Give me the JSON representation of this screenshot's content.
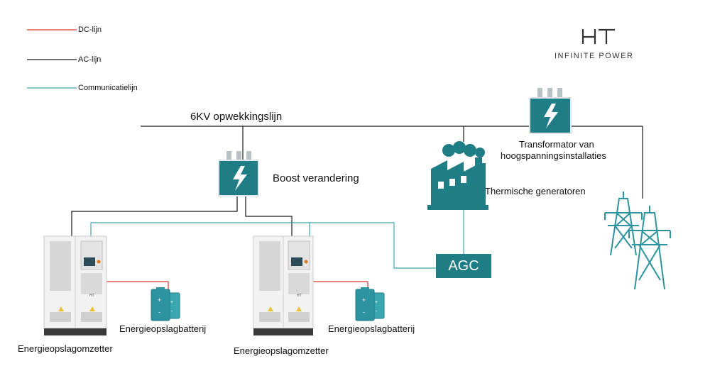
{
  "legend": {
    "dc": "DC-lijn",
    "ac": "AC-lijn",
    "comm": "Communicatielijn"
  },
  "colors": {
    "dc_line": "#d9312b",
    "ac_line": "#1a1a1a",
    "comm_line": "#3aa6b0",
    "equipment": "#1f7d86",
    "cabinet": "#eeeeee"
  },
  "logo": {
    "mark": "HT",
    "tagline": "INFINITE POWER"
  },
  "labels": {
    "generation_line": "6KV opwekkingslijn",
    "boost": "Boost verandering",
    "transformer_line1": "Transformator van",
    "transformer_line2": "hoogspanningsinstallaties",
    "thermal": "Thermische generatoren",
    "agc": "AGC",
    "battery_left": "Energieopslagbatterij",
    "battery_right": "Energieopslagbatterij",
    "converter_left": "Energieopslagomzetter",
    "converter_right": "Energieopslagomzetter"
  },
  "icons": {
    "boost": "lightning-transformer-icon",
    "hv_transformer": "lightning-transformer-icon",
    "thermal": "factory-icon",
    "tower": "transmission-tower-icon",
    "battery": "battery-icon",
    "converter": "cabinet-icon"
  }
}
